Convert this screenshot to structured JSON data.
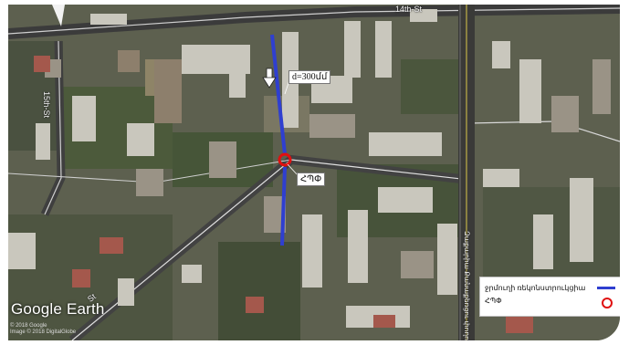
{
  "map": {
    "streets": {
      "north": "14th-St",
      "west": "15th-St",
      "southwest": "St",
      "vertical": "Զաքարիա Քանաքեռցու փողոց"
    },
    "pipe": {
      "diameter_label": "d=300մմ",
      "color": "#2f3fd0"
    },
    "station": {
      "label": "ՀՊՓ",
      "color": "#e01010"
    },
    "legend": {
      "line_label": "ջրմուղի ռեկոնստրուկցիա",
      "station_label": "ՀՊՓ"
    },
    "branding": {
      "name": "Google Earth",
      "copyright_1": "© 2018 Google",
      "copyright_2": "Image © 2018 DigitalGlobe"
    },
    "icons": [
      "north-arrow-icon",
      "pipe-line-symbol",
      "station-ring-symbol"
    ]
  }
}
